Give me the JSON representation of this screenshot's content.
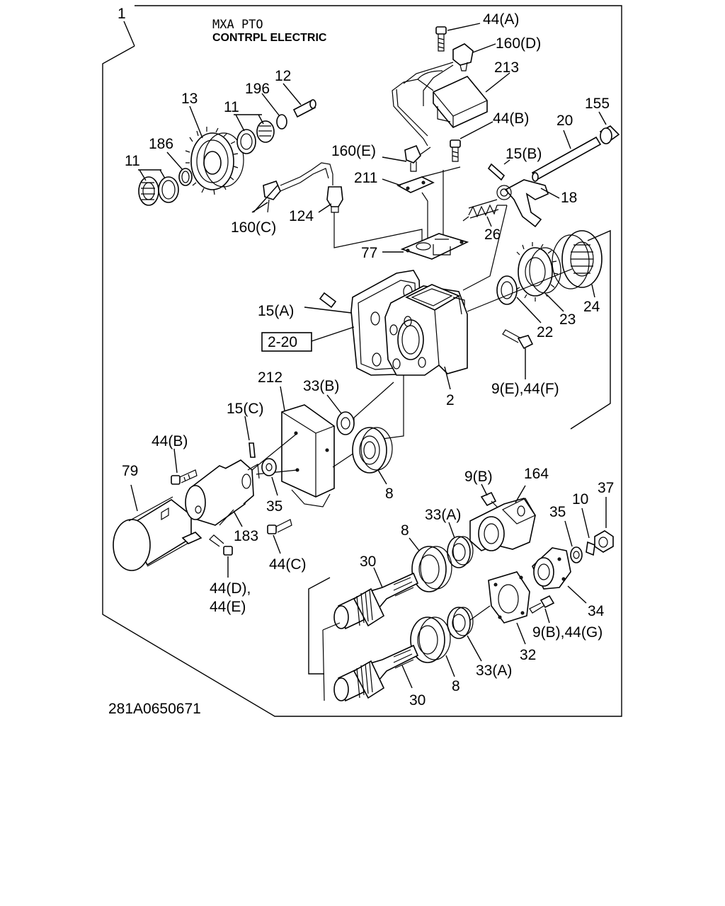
{
  "header": {
    "title_line1": "MXA PTO",
    "title_line2": "CONTRPL ELECTRIC"
  },
  "figure_code": "281A0650671",
  "ref_box": "2-20",
  "callouts": {
    "c1": "1",
    "c44A": "44(A)",
    "c160D": "160(D)",
    "c213": "213",
    "c12": "12",
    "c196": "196",
    "c13": "13",
    "c11a": "11",
    "c155": "155",
    "c20": "20",
    "c44B_top": "44(B)",
    "c186": "186",
    "c11b": "11",
    "c160E": "160(E)",
    "c15B": "15(B)",
    "c211": "211",
    "c18": "18",
    "c160C": "160(C)",
    "c124": "124",
    "c26": "26",
    "c77": "77",
    "c15A": "15(A)",
    "c24": "24",
    "c23": "23",
    "c22": "22",
    "c9E44F": "9(E),44(F)",
    "c2": "2",
    "c212": "212",
    "c33B": "33(B)",
    "c15C": "15(C)",
    "c44B_left": "44(B)",
    "c79": "79",
    "c35a": "35",
    "c8a": "8",
    "c9B": "9(B)",
    "c164": "164",
    "c37": "37",
    "c33A_a": "33(A)",
    "c35b": "35",
    "c10": "10",
    "c183": "183",
    "c8b": "8",
    "c44C": "44(C)",
    "c30a": "30",
    "c44D": "44(D),",
    "c44E": "44(E)",
    "c34": "34",
    "c9B44G": "9(B),44(G)",
    "c32": "32",
    "c33A_b": "33(A)",
    "c8c": "8",
    "c30b": "30"
  }
}
